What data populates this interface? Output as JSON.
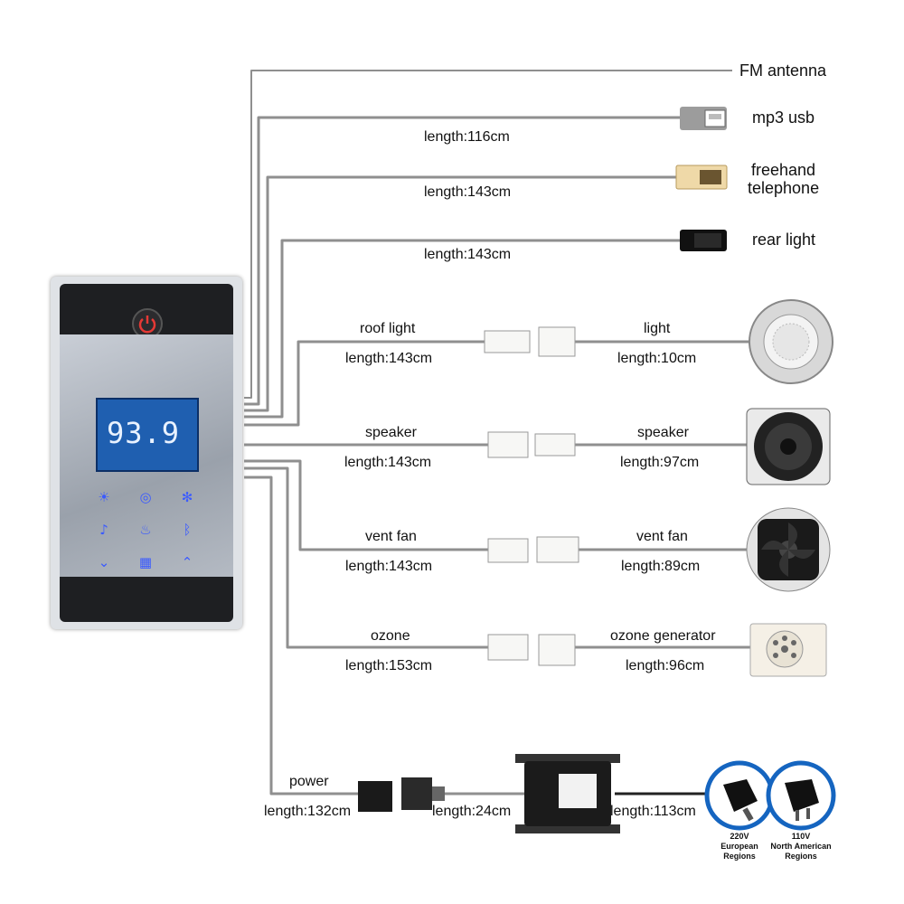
{
  "devices": {
    "fm_antenna": "FM antenna",
    "mp3_usb": "mp3 usb",
    "freehand_telephone": "freehand\ntelephone",
    "rear_light": "rear light"
  },
  "cables": {
    "mp3_length": "length:116cm",
    "telephone_length": "length:143cm",
    "rear_light_length": "length:143cm",
    "roof_light_name": "roof light",
    "roof_light_length": "length:143cm",
    "light_name": "light",
    "light_length": "length:10cm",
    "speaker_name": "speaker",
    "speaker_length": "length:143cm",
    "speaker_dev_name": "speaker",
    "speaker_dev_length": "length:97cm",
    "vent_fan_name": "vent fan",
    "vent_fan_length": "length:143cm",
    "vent_fan_dev_name": "vent fan",
    "vent_fan_dev_length": "length:89cm",
    "ozone_name": "ozone",
    "ozone_length": "length:153cm",
    "ozone_gen_name": "ozone generator",
    "ozone_gen_length": "length:96cm",
    "power_name": "power",
    "power_length": "length:132cm",
    "power_mid_length": "length:24cm",
    "power_out_length": "length:113cm"
  },
  "plugs": {
    "eu_voltage": "220V",
    "eu_region": "European\nRegions",
    "na_voltage": "110V",
    "na_region": "North American\nRegions"
  },
  "panel": {
    "display_value": "93.9"
  },
  "colors": {
    "cable": "#8d8d8d",
    "lcd": "#1f5fb0",
    "key": "#3b5bff",
    "plug_ring": "#1565c0"
  }
}
